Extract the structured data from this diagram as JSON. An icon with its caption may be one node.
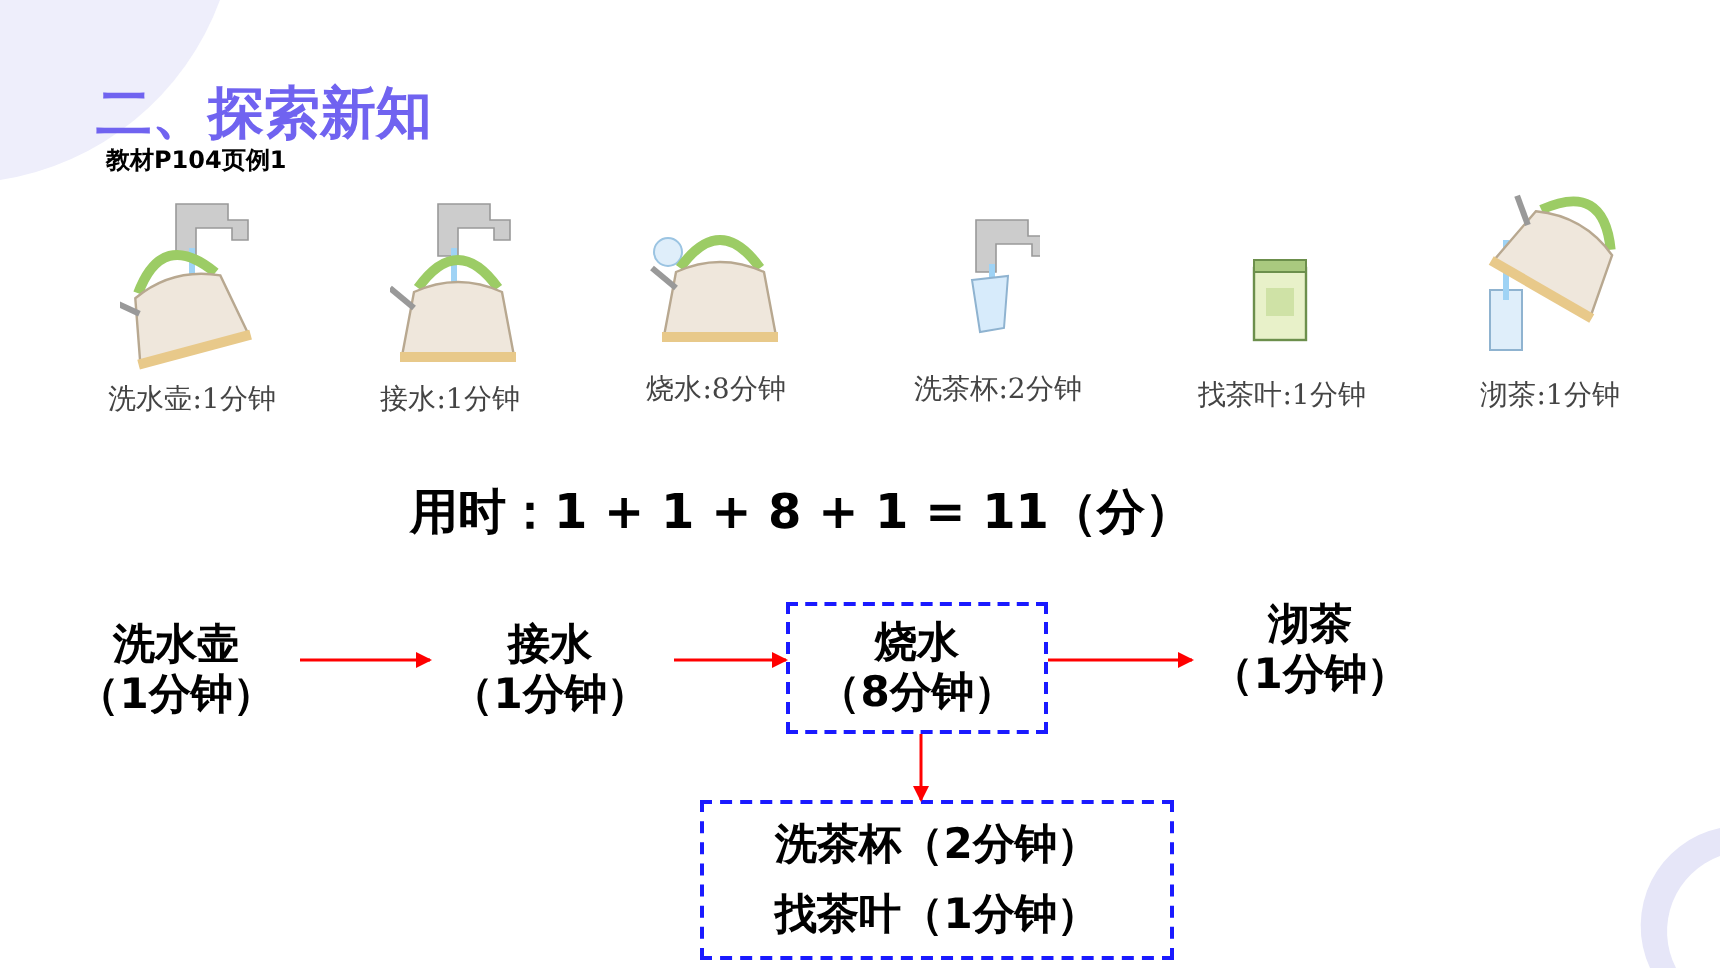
{
  "diagram": {
    "title": "二、探索新知",
    "nodes": [
      {
        "text": [
          "洗水壶",
          "（1分钟）"
        ]
      },
      {
        "text": [
          "接水",
          "（1分钟）"
        ]
      },
      {
        "text": [
          "烧水",
          "（8分钟）"
        ]
      },
      {
        "text": [
          "沏茶",
          "（1分钟）"
        ]
      },
      {
        "text": [
          "洗茶杯（2分钟）",
          "找茶叶（1分钟）"
        ]
      }
    ],
    "edges": [
      {
        "from": 0,
        "to": 1,
        "arrow": "to"
      },
      {
        "from": 1,
        "to": 2,
        "arrow": "to"
      },
      {
        "from": 2,
        "to": 3,
        "arrow": "to"
      },
      {
        "from": 2,
        "to": 4,
        "arrow": "to"
      }
    ],
    "labels": [
      "教材P104页例1",
      "洗水壶:1分钟",
      "接水:1分钟",
      "烧水:8分钟",
      "洗茶杯:2分钟",
      "找茶叶:1分钟",
      "沏茶:1分钟",
      "用时：1 + 1 + 8 + 1 = 11（分）"
    ]
  }
}
